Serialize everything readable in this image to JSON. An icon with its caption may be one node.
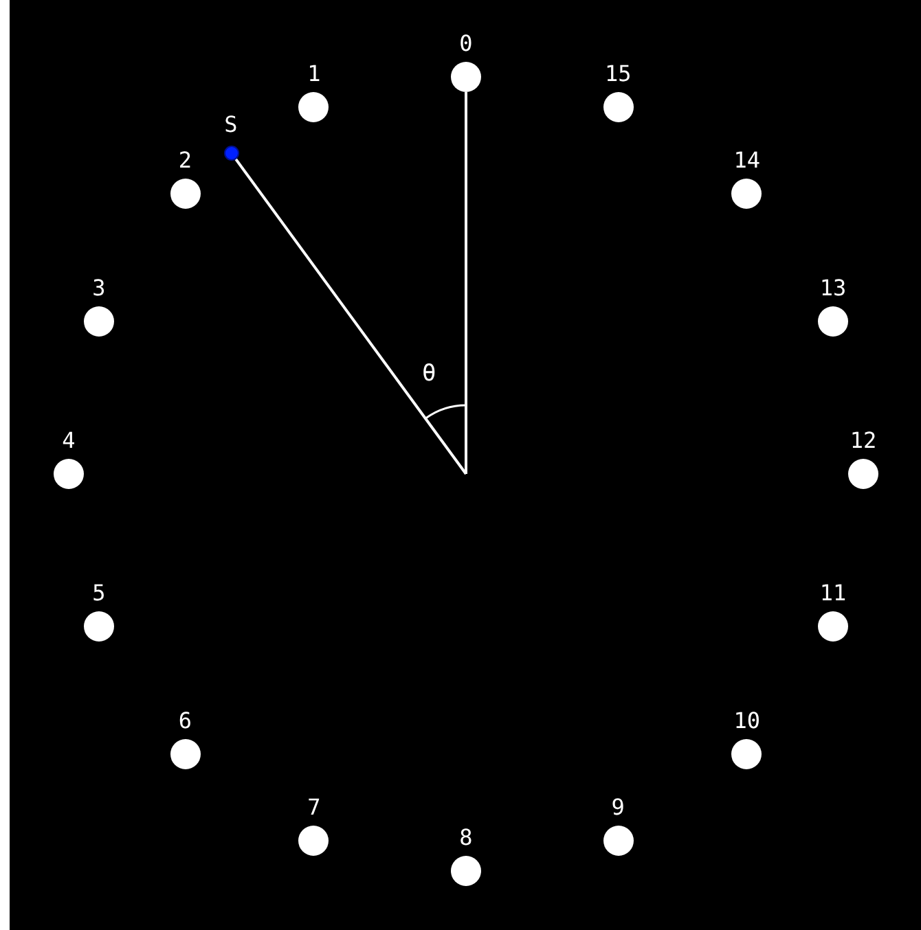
{
  "diagram": {
    "nodes": [
      {
        "text": [
          "0"
        ]
      },
      {
        "text": [
          "1"
        ]
      },
      {
        "text": [
          "2"
        ]
      },
      {
        "text": [
          "3"
        ]
      },
      {
        "text": [
          "4"
        ]
      },
      {
        "text": [
          "5"
        ]
      },
      {
        "text": [
          "6"
        ]
      },
      {
        "text": [
          "7"
        ]
      },
      {
        "text": [
          "8"
        ]
      },
      {
        "text": [
          "9"
        ]
      },
      {
        "text": [
          "10"
        ]
      },
      {
        "text": [
          "11"
        ]
      },
      {
        "text": [
          "12"
        ]
      },
      {
        "text": [
          "13"
        ]
      },
      {
        "text": [
          "14"
        ]
      },
      {
        "text": [
          "15"
        ]
      },
      {
        "text": [
          "S"
        ]
      }
    ],
    "edges": [
      {
        "from": null,
        "to": 0,
        "arrow": "none"
      },
      {
        "from": null,
        "to": 16,
        "arrow": "none"
      }
    ],
    "labels": [
      "θ"
    ]
  }
}
